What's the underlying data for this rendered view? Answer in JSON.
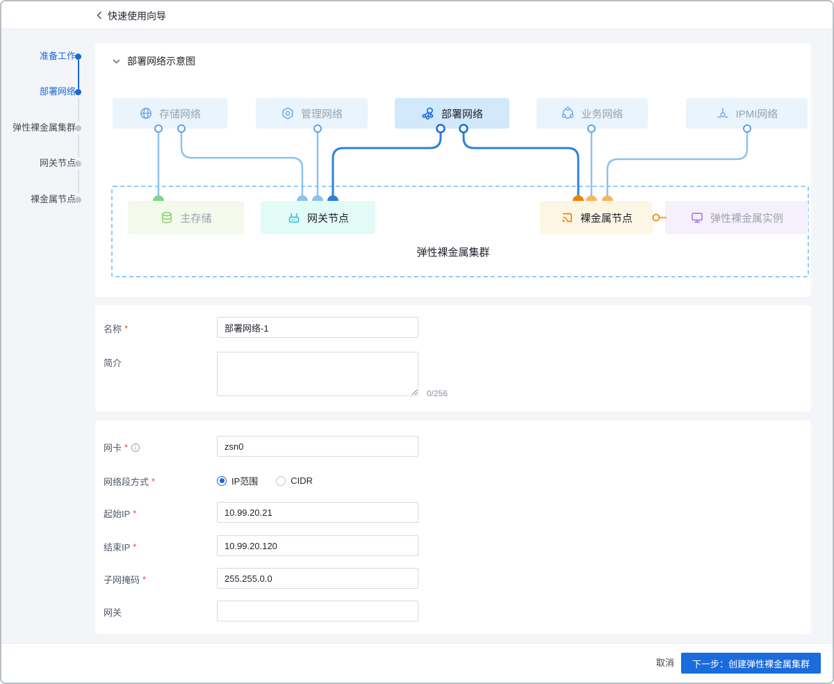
{
  "header": {
    "title": "快速使用向导"
  },
  "sidebar": {
    "steps": [
      {
        "label": "准备工作",
        "state": "done"
      },
      {
        "label": "部署网络",
        "state": "active"
      },
      {
        "label": "弹性裸金属集群",
        "state": "pending"
      },
      {
        "label": "网关节点",
        "state": "pending"
      },
      {
        "label": "裸金属节点",
        "state": "pending"
      }
    ]
  },
  "diagram": {
    "title": "部署网络示意图",
    "cluster_label": "弹性裸金属集群",
    "top_nodes": [
      {
        "label": "存储网络",
        "icon": "globe-icon",
        "highlighted": false
      },
      {
        "label": "管理网络",
        "icon": "manage-icon",
        "highlighted": false
      },
      {
        "label": "部署网络",
        "icon": "deploy-nodes-icon",
        "highlighted": true
      },
      {
        "label": "业务网络",
        "icon": "business-cluster-icon",
        "highlighted": false
      },
      {
        "label": "IPMI网络",
        "icon": "ipmi-pin-icon",
        "highlighted": false
      }
    ],
    "bottom_nodes": [
      {
        "label": "主存储",
        "icon": "database-icon"
      },
      {
        "label": "网关节点",
        "icon": "router-icon"
      },
      {
        "label": "裸金属节点",
        "icon": "cast-icon"
      },
      {
        "label": "弹性裸金属实例",
        "icon": "monitor-icon"
      }
    ]
  },
  "form_basic": {
    "name_label": "名称",
    "name_value": "部署网络-1",
    "desc_label": "简介",
    "desc_value": "",
    "counter": "0/256",
    "required_mark": "*"
  },
  "form_network": {
    "nic_label": "网卡",
    "nic_value": "zsn0",
    "segment_label": "网络段方式",
    "segment_options": [
      "IP范围",
      "CIDR"
    ],
    "segment_selected": "IP范围",
    "start_ip_label": "起始IP",
    "start_ip_value": "10.99.20.21",
    "end_ip_label": "结束IP",
    "end_ip_value": "10.99.20.120",
    "mask_label": "子网掩码",
    "mask_value": "255.255.0.0",
    "gateway_label": "网关",
    "gateway_value": "",
    "required_mark": "*"
  },
  "footer": {
    "cancel_label": "取消",
    "next_label": "下一步：创建弹性裸金属集群"
  },
  "colors": {
    "accent_blue": "#1769d6",
    "line_light_blue": "#8ac2f0",
    "line_dark_blue": "#2e80d9",
    "green": "#85d38c",
    "cyan": "#1ec0e0",
    "orange": "#f08200",
    "light_orange": "#f9b462",
    "purple": "#a973ea",
    "primary_button": "#1a6bdb"
  }
}
